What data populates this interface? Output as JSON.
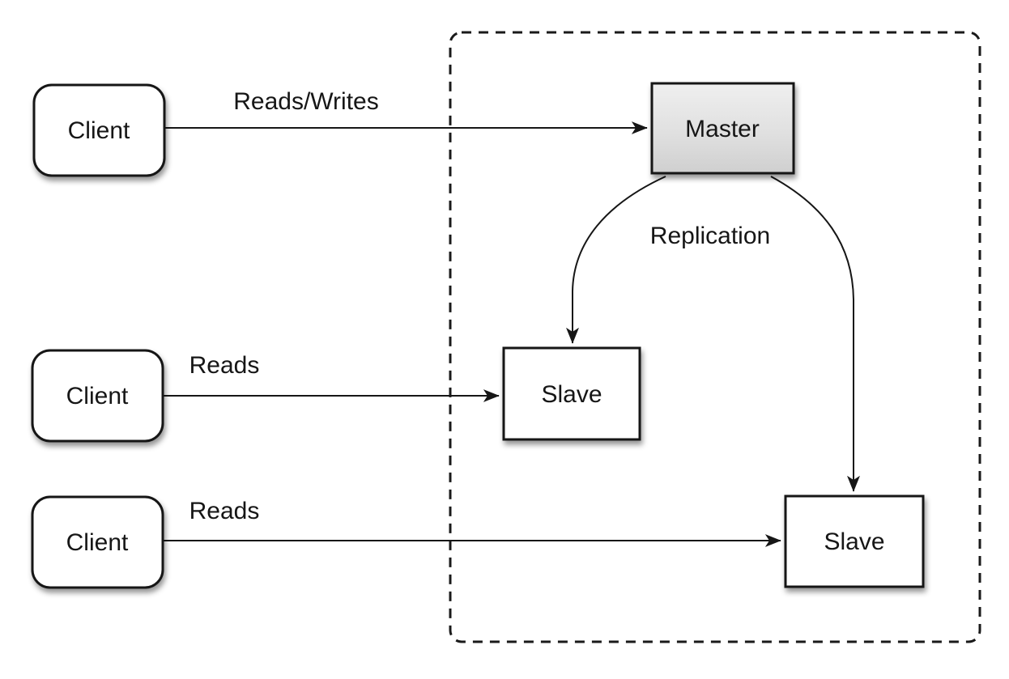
{
  "diagram": {
    "type": "architecture-diagram",
    "subject": "database master-slave replication",
    "colors": {
      "background": "#ffffff",
      "stroke": "#161616",
      "node_fill": "#ffffff",
      "master_fill_top": "#efefef",
      "master_fill_mid": "#e0e0e0",
      "master_fill_bottom": "#cfcfcf",
      "cluster_border": "#1a1a1a"
    },
    "cluster": {
      "name": "replication-cluster",
      "border_style": "dashed"
    },
    "nodes": {
      "client_top": {
        "label": "Client",
        "shape": "rounded-rect"
      },
      "client_middle": {
        "label": "Client",
        "shape": "rounded-rect"
      },
      "client_bottom": {
        "label": "Client",
        "shape": "rounded-rect"
      },
      "master": {
        "label": "Master",
        "shape": "rect",
        "fill": "gray-gradient"
      },
      "slave_left": {
        "label": "Slave",
        "shape": "rect"
      },
      "slave_right": {
        "label": "Slave",
        "shape": "rect"
      }
    },
    "edges": {
      "client_top_to_master": {
        "label": "Reads/Writes",
        "from": "client_top",
        "to": "master",
        "style": "straight-arrow"
      },
      "client_middle_to_slave_left": {
        "label": "Reads",
        "from": "client_middle",
        "to": "slave_left",
        "style": "straight-arrow"
      },
      "client_bottom_to_slave_right": {
        "label": "Reads",
        "from": "client_bottom",
        "to": "slave_right",
        "style": "straight-arrow"
      },
      "master_to_slave_left": {
        "label": "",
        "from": "master",
        "to": "slave_left",
        "style": "curved-arrow"
      },
      "master_to_slave_right": {
        "label": "",
        "from": "master",
        "to": "slave_right",
        "style": "curved-arrow"
      },
      "replication_caption": {
        "label": "Replication"
      }
    }
  }
}
